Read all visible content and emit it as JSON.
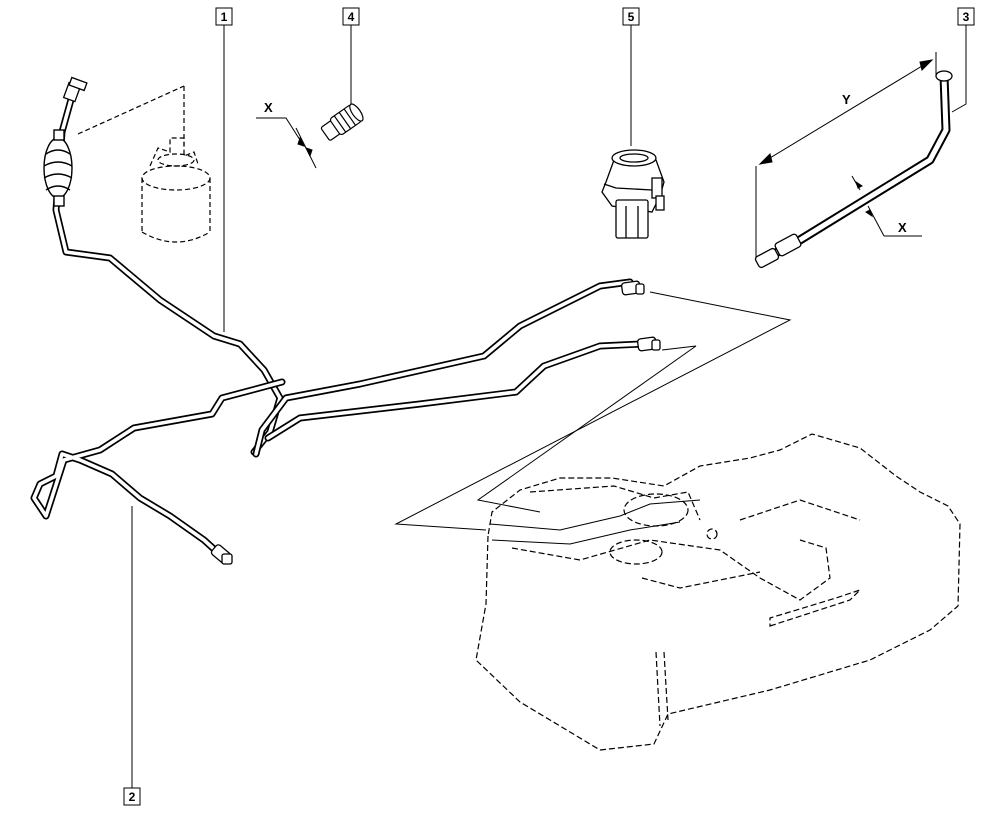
{
  "diagram": {
    "callouts": [
      {
        "id": "1",
        "label": "1"
      },
      {
        "id": "2",
        "label": "2"
      },
      {
        "id": "3",
        "label": "3"
      },
      {
        "id": "4",
        "label": "4"
      },
      {
        "id": "5",
        "label": "5"
      }
    ],
    "dimensions": {
      "x_connector": "X",
      "y_pipe": "Y",
      "x_pipe": "X"
    },
    "colors": {
      "ink": "#000000",
      "background": "#ffffff"
    }
  }
}
